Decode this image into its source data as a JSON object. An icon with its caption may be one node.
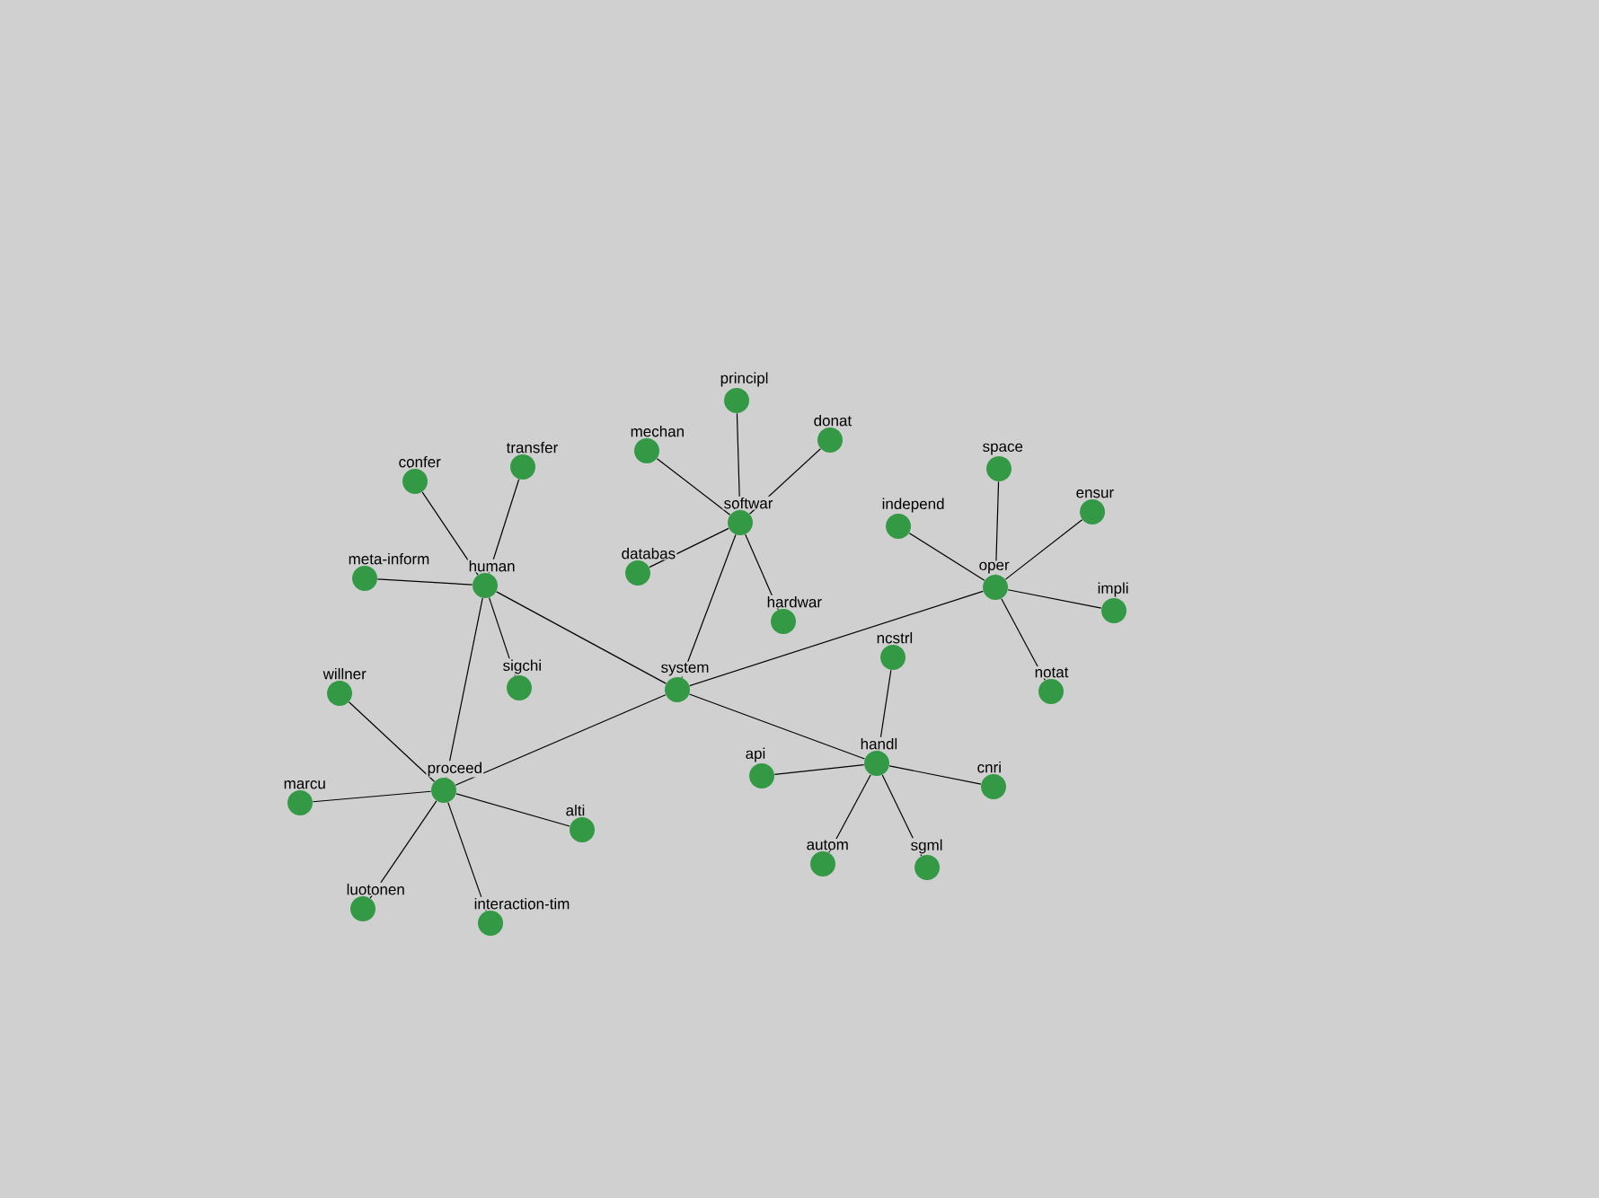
{
  "diagram": {
    "nodes": [
      {
        "text": [
          "system"
        ]
      },
      {
        "text": [
          "softwar"
        ]
      },
      {
        "text": [
          "principl"
        ]
      },
      {
        "text": [
          "donat"
        ]
      },
      {
        "text": [
          "mechan"
        ]
      },
      {
        "text": [
          "databas"
        ]
      },
      {
        "text": [
          "hardwar"
        ]
      },
      {
        "text": [
          "human"
        ]
      },
      {
        "text": [
          "confer"
        ]
      },
      {
        "text": [
          "transfer"
        ]
      },
      {
        "text": [
          "meta-inform"
        ]
      },
      {
        "text": [
          "sigchi"
        ]
      },
      {
        "text": [
          "proceed"
        ]
      },
      {
        "text": [
          "willner"
        ]
      },
      {
        "text": [
          "marcu"
        ]
      },
      {
        "text": [
          "alti"
        ]
      },
      {
        "text": [
          "luotonen"
        ]
      },
      {
        "text": [
          "interaction-tim"
        ]
      },
      {
        "text": [
          "oper"
        ]
      },
      {
        "text": [
          "space"
        ]
      },
      {
        "text": [
          "ensur"
        ]
      },
      {
        "text": [
          "independ"
        ]
      },
      {
        "text": [
          "impli"
        ]
      },
      {
        "text": [
          "notat"
        ]
      },
      {
        "text": [
          "handl"
        ]
      },
      {
        "text": [
          "ncstrl"
        ]
      },
      {
        "text": [
          "api"
        ]
      },
      {
        "text": [
          "cnri"
        ]
      },
      {
        "text": [
          "autom"
        ]
      },
      {
        "text": [
          "sgml"
        ]
      }
    ],
    "edges": [
      {
        "from": 0,
        "to": 1,
        "arrow": "none"
      },
      {
        "from": 0,
        "to": 7,
        "arrow": "none"
      },
      {
        "from": 0,
        "to": 12,
        "arrow": "none"
      },
      {
        "from": 0,
        "to": 18,
        "arrow": "none"
      },
      {
        "from": 0,
        "to": 24,
        "arrow": "none"
      },
      {
        "from": 1,
        "to": 2,
        "arrow": "none"
      },
      {
        "from": 1,
        "to": 3,
        "arrow": "none"
      },
      {
        "from": 1,
        "to": 4,
        "arrow": "none"
      },
      {
        "from": 1,
        "to": 5,
        "arrow": "none"
      },
      {
        "from": 1,
        "to": 6,
        "arrow": "none"
      },
      {
        "from": 7,
        "to": 8,
        "arrow": "none"
      },
      {
        "from": 7,
        "to": 9,
        "arrow": "none"
      },
      {
        "from": 7,
        "to": 10,
        "arrow": "none"
      },
      {
        "from": 7,
        "to": 11,
        "arrow": "none"
      },
      {
        "from": 7,
        "to": 12,
        "arrow": "none"
      },
      {
        "from": 12,
        "to": 13,
        "arrow": "none"
      },
      {
        "from": 12,
        "to": 14,
        "arrow": "none"
      },
      {
        "from": 12,
        "to": 15,
        "arrow": "none"
      },
      {
        "from": 12,
        "to": 16,
        "arrow": "none"
      },
      {
        "from": 12,
        "to": 17,
        "arrow": "none"
      },
      {
        "from": 18,
        "to": 19,
        "arrow": "none"
      },
      {
        "from": 18,
        "to": 20,
        "arrow": "none"
      },
      {
        "from": 18,
        "to": 21,
        "arrow": "none"
      },
      {
        "from": 18,
        "to": 22,
        "arrow": "none"
      },
      {
        "from": 18,
        "to": 23,
        "arrow": "none"
      },
      {
        "from": 24,
        "to": 25,
        "arrow": "none"
      },
      {
        "from": 24,
        "to": 26,
        "arrow": "none"
      },
      {
        "from": 24,
        "to": 27,
        "arrow": "none"
      },
      {
        "from": 24,
        "to": 28,
        "arrow": "none"
      },
      {
        "from": 24,
        "to": 29,
        "arrow": "none"
      }
    ]
  }
}
